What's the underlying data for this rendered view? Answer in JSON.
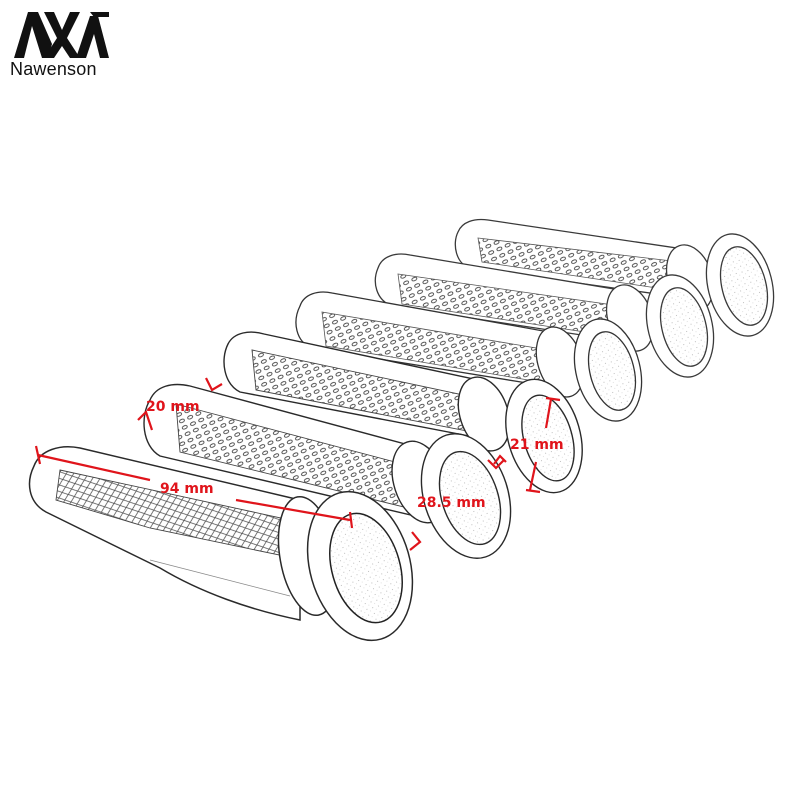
{
  "brand": {
    "logo_icon": "nawenson-logo-icon",
    "name": "Nawenson"
  },
  "product": {
    "description": "Line drawing of six motorcycle handlebar grips with bar-end rings, arranged diagonally",
    "grip_count": 6
  },
  "dimensions": {
    "color": "#e0141b",
    "grip_length": "94 mm",
    "end_width": "20 mm",
    "outer_diameter": "28.5 mm",
    "inner_diameter": "21 mm"
  },
  "colors": {
    "background": "#ffffff",
    "line": "#2a2a2a",
    "annotation": "#e0141b"
  }
}
